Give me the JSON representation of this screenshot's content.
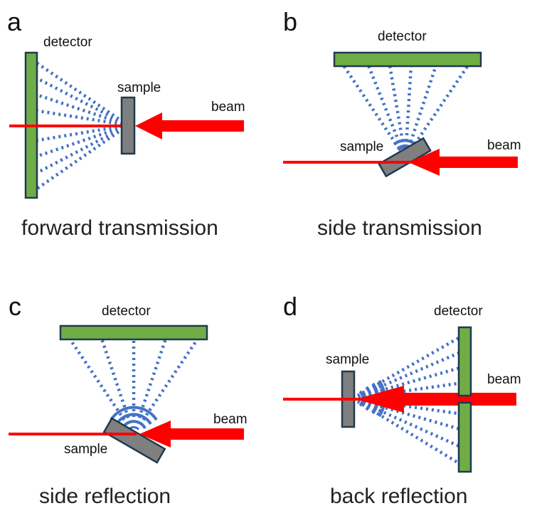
{
  "panels": [
    {
      "letter": "a",
      "detector": "detector",
      "sample": "sample",
      "beam": "beam",
      "caption": "forward transmission"
    },
    {
      "letter": "b",
      "detector": "detector",
      "sample": "sample",
      "beam": "beam",
      "caption": "side transmission"
    },
    {
      "letter": "c",
      "detector": "detector",
      "sample": "sample",
      "beam": "beam",
      "caption": "side reflection"
    },
    {
      "letter": "d",
      "detector": "detector",
      "sample": "sample",
      "beam": "beam",
      "caption": "back reflection"
    }
  ],
  "colors": {
    "beam": "#ff0000",
    "detector_fill": "#70ad47",
    "outline": "#1f3a50",
    "sample_fill": "#7f7f7f",
    "scatter": "#4472c4"
  }
}
